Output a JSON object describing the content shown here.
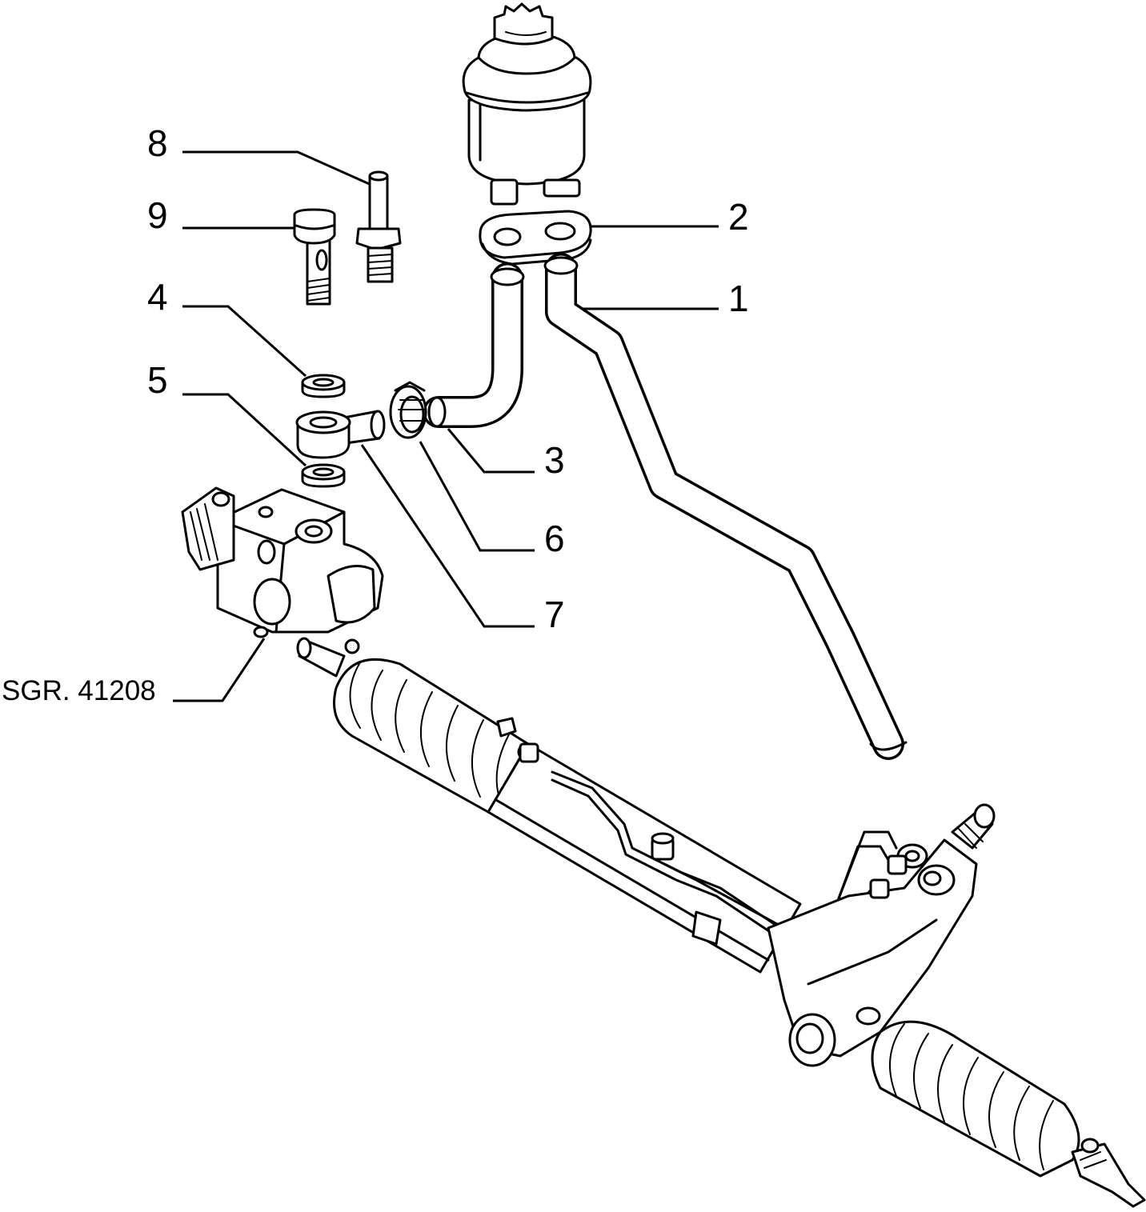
{
  "callouts": {
    "c1": "1",
    "c2": "2",
    "c3": "3",
    "c4": "4",
    "c5": "5",
    "c6": "6",
    "c7": "7",
    "c8": "8",
    "c9": "9"
  },
  "reference": "SGR. 41208",
  "colors": {
    "line": "#000000",
    "background": "#ffffff"
  }
}
